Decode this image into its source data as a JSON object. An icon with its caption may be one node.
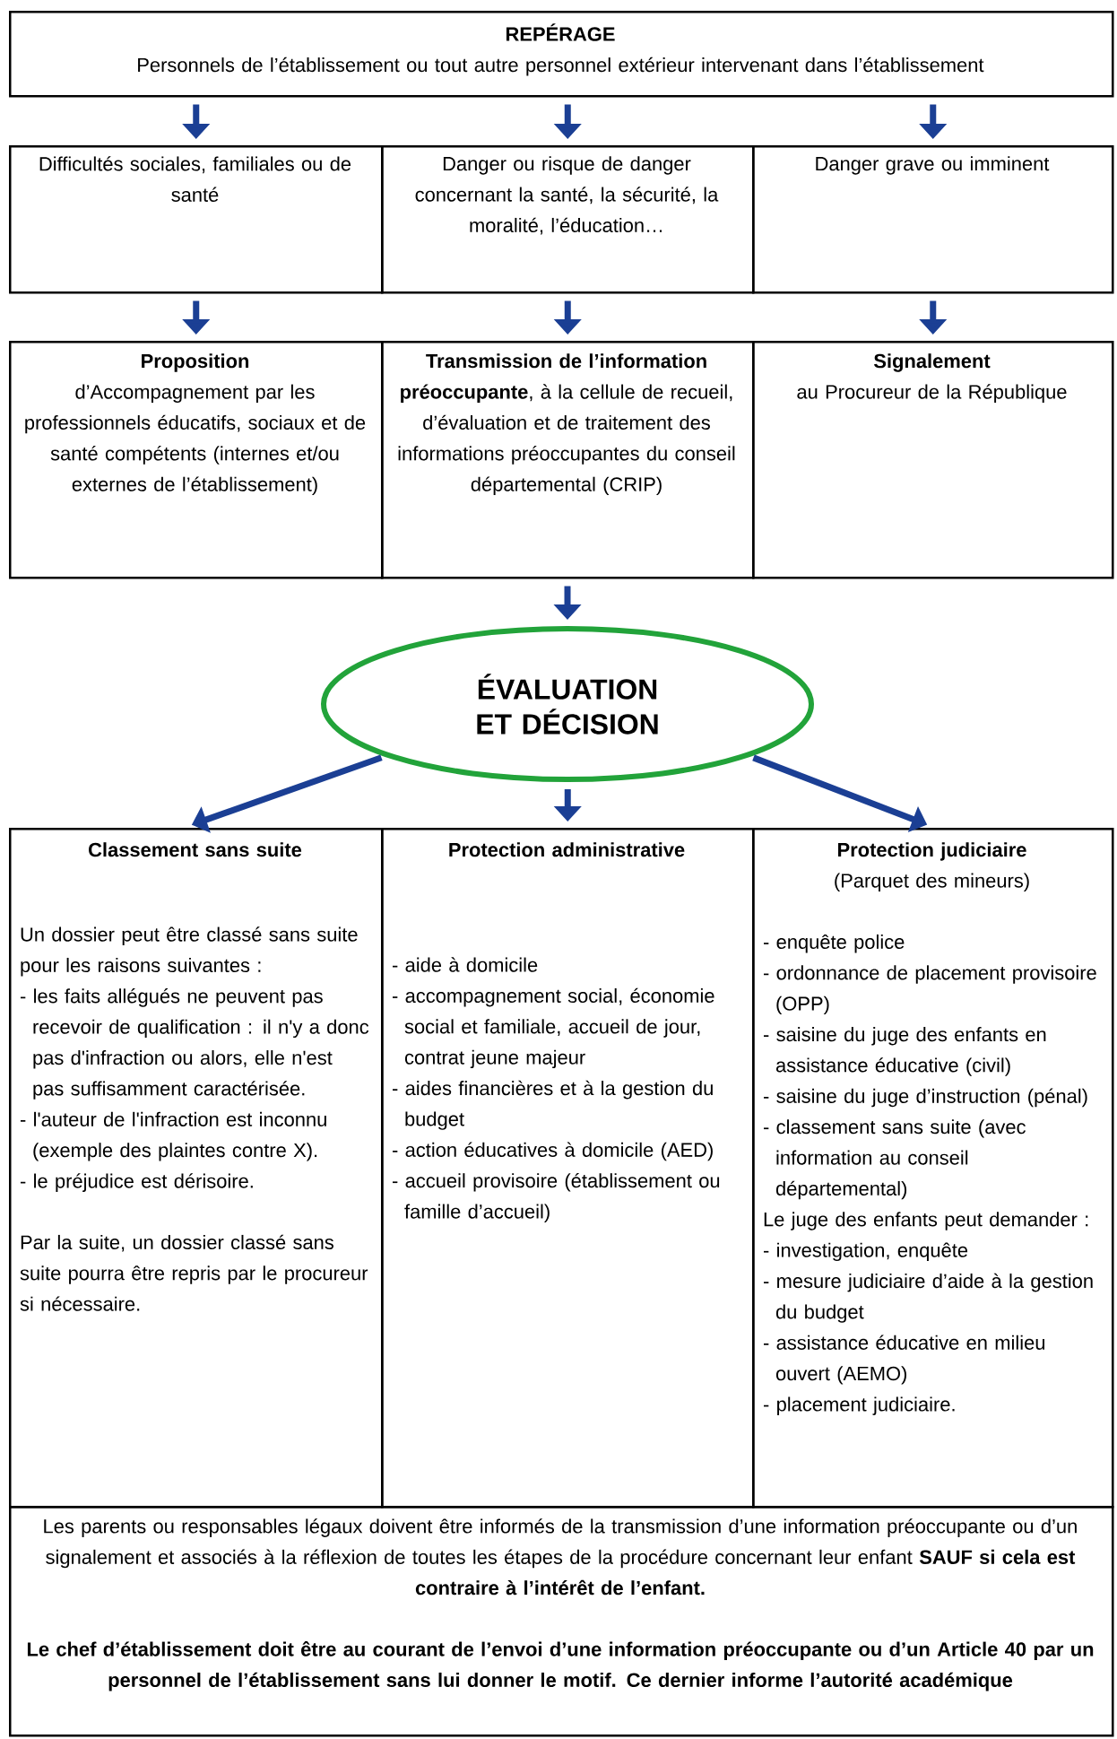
{
  "diagram": {
    "nodes": [
      {
        "text": [
          "REPÉRAGE",
          "Personnels de l’établissement ou tout autre personnel extérieur intervenant dans l’établissement"
        ]
      },
      {
        "text": [
          "Difficultés sociales, familiales ou de santé"
        ]
      },
      {
        "text": [
          "Danger ou risque de danger concernant la santé, la sécurité, la moralité, l’éducation…"
        ]
      },
      {
        "text": [
          "Danger grave ou imminent"
        ]
      },
      {
        "text": [
          "Proposition",
          "d’Accompagnement par les professionnels éducatifs, sociaux et de santé compétents (internes et/ou externes de l’établissement)"
        ]
      },
      {
        "text": [
          "**Transmission de l’information préoccupante**, à la cellule de recueil, d’évaluation et de traitement des informations préoccupantes du conseil départemental (CRIP)"
        ]
      },
      {
        "text": [
          "Signalement",
          "au Procureur de la République"
        ]
      },
      {
        "text": [
          "ÉVALUATION ET DÉCISION"
        ]
      },
      {
        "text": [
          "Classement sans suite",
          "Un dossier peut être classé sans suite pour les raisons suivantes :",
          "- les faits allégués ne peuvent pas recevoir de qualification : il n'y a donc pas d'infraction ou alors, elle n'est pas suffisamment caractérisée.",
          "- l'auteur de l'infraction est inconnu (exemple des plaintes contre X).",
          "- le préjudice est dérisoire.",
          "Par la suite, un dossier classé sans suite pourra être repris par le procureur si nécessaire."
        ]
      },
      {
        "text": [
          "Protection administrative",
          "- aide à domicile",
          "- accompagnement social, économie social et familiale, accueil de jour, contrat jeune majeur",
          "- aides financières et à la gestion du budget",
          "- action éducatives à domicile (AED)",
          "- accueil provisoire (établissement ou famille d’accueil)"
        ]
      },
      {
        "text": [
          "Protection judiciaire",
          "(Parquet des mineurs)",
          "- enquête police",
          "- ordonnance de placement provisoire (OPP)",
          "- saisine du juge des enfants en assistance éducative (civil)",
          "- saisine du juge d’instruction (pénal)",
          "- classement sans suite (avec information au conseil départemental)",
          "Le juge des enfants peut demander :",
          "- investigation, enquête",
          "- mesure judiciaire d’aide à la gestion du budget",
          "- assistance éducative en milieu ouvert (AEMO)",
          "- placement judiciaire."
        ]
      },
      {
        "text": [
          "Les parents ou responsables légaux doivent être informés de la transmission d’une information préoccupante ou d’un signalement et associés à la réflexion de toutes les étapes de la procédure concernant leur enfant **SAUF si cela est contraire à l’intérêt de l’enfant.**",
          "Le chef d’établissement doit être au courant de l’envoi d’une information préoccupante ou d’un Article 40 par un personnel de l’établissement sans lui donner le motif. Ce dernier informe l’autorité académique"
        ]
      }
    ],
    "edges": [
      {
        "from": 0,
        "to": 1,
        "arrow": "to"
      },
      {
        "from": 0,
        "to": 2,
        "arrow": "to"
      },
      {
        "from": 0,
        "to": 3,
        "arrow": "to"
      },
      {
        "from": 1,
        "to": 4,
        "arrow": "to"
      },
      {
        "from": 2,
        "to": 5,
        "arrow": "to"
      },
      {
        "from": 3,
        "to": 6,
        "arrow": "to"
      },
      {
        "from": 5,
        "to": 7,
        "arrow": "to"
      },
      {
        "from": 7,
        "to": 8,
        "arrow": "to"
      },
      {
        "from": 7,
        "to": 9,
        "arrow": "to"
      },
      {
        "from": 7,
        "to": 10,
        "arrow": "to"
      }
    ]
  }
}
